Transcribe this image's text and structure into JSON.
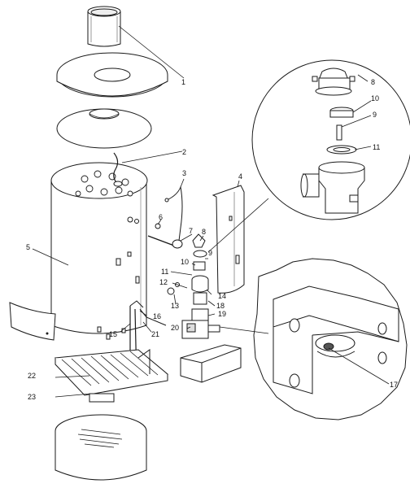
{
  "labels": {
    "l1": "1",
    "l2": "2",
    "l3": "3",
    "l4": "4",
    "l5": "5",
    "l6": "6",
    "l7": "7",
    "l8": "8",
    "l9": "9",
    "l10": "10",
    "l11": "11",
    "l12": "12",
    "l13": "13",
    "l14": "14",
    "l15": "15",
    "l16": "16",
    "l17": "17",
    "l18": "18",
    "l19": "19",
    "l20": "20",
    "l21": "21",
    "l22": "22",
    "l23": "23",
    "d8": "8",
    "d9": "9",
    "d10": "10",
    "d11": "11"
  },
  "colors": {
    "line": "#1a1a1a",
    "fill": "#ffffff",
    "shade": "#cfcfcf",
    "dark": "#555555"
  }
}
